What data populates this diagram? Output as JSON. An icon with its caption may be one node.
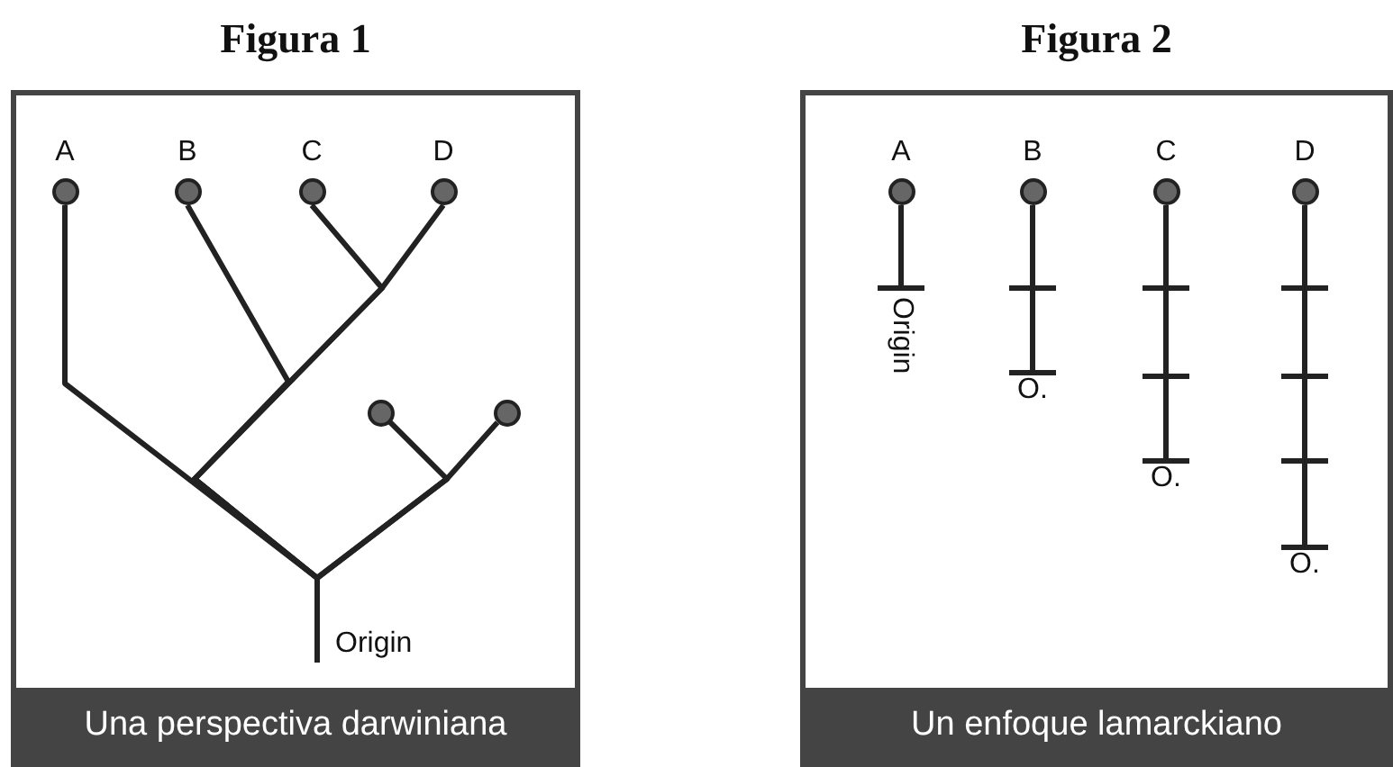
{
  "diagram": {
    "nodes": [
      {
        "text": [
          "Figura 1",
          "Una perspectiva darwiniana"
        ]
      },
      {
        "text": [
          "A"
        ],
        "in": 0
      },
      {
        "text": [
          "B"
        ],
        "in": 0
      },
      {
        "text": [
          "C"
        ],
        "in": 0
      },
      {
        "text": [
          "D"
        ],
        "in": 0
      },
      {
        "text": [],
        "shape": "circle",
        "in": 0
      },
      {
        "text": [],
        "shape": "circle",
        "in": 0
      },
      {
        "text": [
          "Origin"
        ],
        "in": 0
      },
      {
        "text": [
          "Figura 2",
          "Un enfoque lamarckiano"
        ]
      },
      {
        "text": [
          "A"
        ],
        "in": 8
      },
      {
        "text": [
          "B"
        ],
        "in": 8
      },
      {
        "text": [
          "C"
        ],
        "in": 8
      },
      {
        "text": [
          "D"
        ],
        "in": 8
      },
      {
        "text": [
          "Origin"
        ],
        "in": 8
      },
      {
        "text": [
          "O."
        ],
        "in": 8
      },
      {
        "text": [
          "O."
        ],
        "in": 8
      },
      {
        "text": [
          "O."
        ],
        "in": 8
      }
    ],
    "edges": [
      {
        "from": 7,
        "to": 1,
        "arrow": "none"
      },
      {
        "from": 7,
        "to": 2,
        "arrow": "none"
      },
      {
        "from": 7,
        "to": 3,
        "arrow": "none"
      },
      {
        "from": 7,
        "to": 4,
        "arrow": "none"
      },
      {
        "from": 7,
        "to": 5,
        "arrow": "none"
      },
      {
        "from": 7,
        "to": 6,
        "arrow": "none"
      },
      {
        "from": 9,
        "to": 13,
        "arrow": "other"
      },
      {
        "from": 10,
        "to": 14,
        "arrow": "other"
      },
      {
        "from": 11,
        "to": 15,
        "arrow": "other"
      },
      {
        "from": 12,
        "to": 16,
        "arrow": "other"
      }
    ]
  }
}
